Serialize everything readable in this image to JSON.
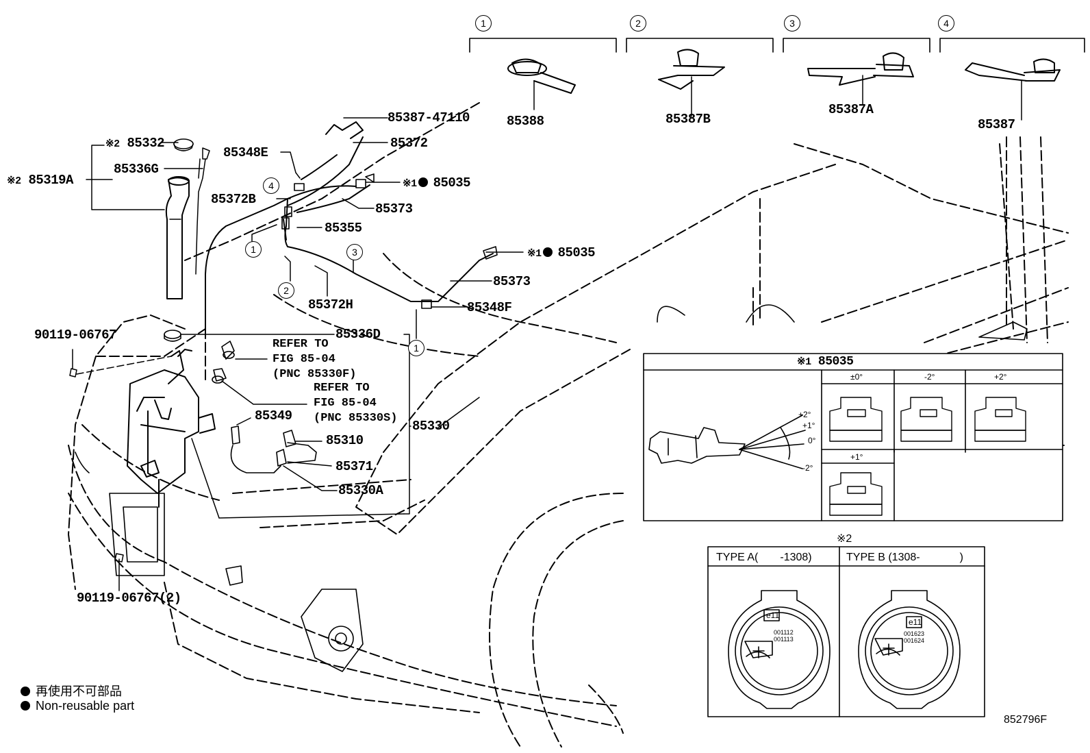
{
  "marks": {
    "ast1": "※1",
    "ast2": "※2"
  },
  "sections": [
    {
      "num": "1",
      "part": "85388"
    },
    {
      "num": "2",
      "part": "85387B"
    },
    {
      "num": "3",
      "part": "85387A"
    },
    {
      "num": "4",
      "part": "85387"
    }
  ],
  "labels": {
    "p85387_47110": "85387-47110",
    "p85372": "85372",
    "p85332": "85332",
    "p85348E": "85348E",
    "p85336G": "85336G",
    "p85319A": "85319A",
    "p85035_a": "85035",
    "p85372B": "85372B",
    "p85373_a": "85373",
    "p85355": "85355",
    "p85035_b": "85035",
    "p85373_b": "85373",
    "p85372H": "85372H",
    "p85348F": "85348F",
    "p85336D": "85336D",
    "p85349": "85349",
    "p85330": "85330",
    "p85310": "85310",
    "p85371": "85371",
    "p85330A": "85330A",
    "bolt1": "90119-06767",
    "bolt2": "90119-06767(2)"
  },
  "refs": {
    "ref1_l1": "REFER TO",
    "ref1_l2": "FIG 85-04",
    "ref1_l3": "(PNC 85330F)",
    "ref2_l1": "REFER TO",
    "ref2_l2": "FIG 85-04",
    "ref2_l3": "(PNC 85330S)"
  },
  "callouts": [
    "4",
    "1",
    "2",
    "3",
    "1"
  ],
  "nozzle_inset": {
    "title_mark": "※1",
    "title_part": "85035",
    "angles": [
      "+2°",
      "+1°",
      "0°",
      "-2°"
    ],
    "columns": [
      "±0°",
      "-2°",
      "+2°",
      "+1°"
    ]
  },
  "cap_inset": {
    "mark": "※2",
    "type_a": "TYPE A(",
    "type_a_end": "-1308)",
    "type_b": "TYPE B (1308-",
    "type_b_end": ")",
    "cap_label": "e11",
    "cap_a_codes": [
      "001112",
      "001113"
    ],
    "cap_b_codes": [
      "001623",
      "001624"
    ]
  },
  "legend": {
    "jp": "再使用不可部品",
    "en": "Non-reusable part"
  },
  "figure_code": "852796F"
}
